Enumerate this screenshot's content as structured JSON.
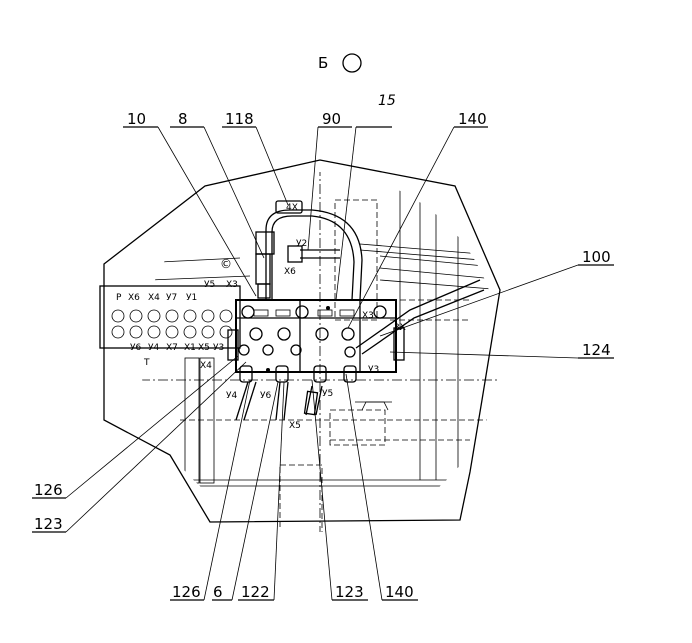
{
  "view": {
    "label": "Б"
  },
  "sheet": {
    "mark": "15"
  },
  "callouts_top": [
    "10",
    "8",
    "118",
    "90",
    "140"
  ],
  "callouts_right": [
    "100",
    "124"
  ],
  "callouts_left": [
    "126",
    "123"
  ],
  "callouts_bottom": [
    "126",
    "6",
    "122",
    "123",
    "140"
  ],
  "labels": {
    "connector_4x": "4X",
    "connector_3x": "3X",
    "y2": "У2",
    "x6_top": "X6",
    "y5_upper": "У5",
    "x3_upper": "X3",
    "circled_mark": "©",
    "x3_right": "X3",
    "x4_left": "X4",
    "y3": "У3",
    "y4": "У4",
    "y6": "У6",
    "y5_lower": "У5",
    "x5": "X5",
    "t": "T"
  },
  "terminal_row_top": [
    "P",
    "X6",
    "X4",
    "У7",
    "У1"
  ],
  "terminal_row_bottom": [
    "У6",
    "У4",
    "X7",
    "X1",
    "X5",
    "У3"
  ]
}
